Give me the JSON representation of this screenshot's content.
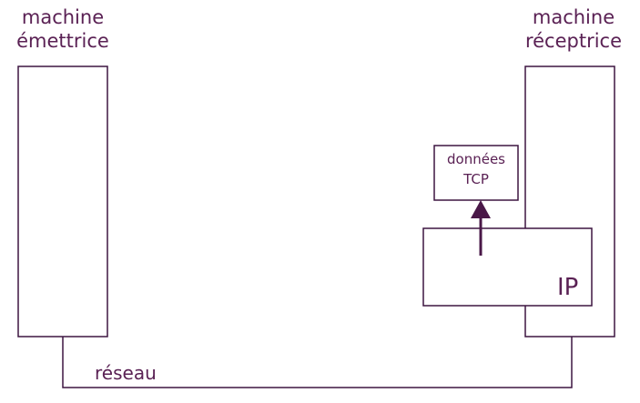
{
  "sender": {
    "label_line1": "machine",
    "label_line2": "émettrice"
  },
  "receiver": {
    "label_line1": "machine",
    "label_line2": "réceptrice"
  },
  "network": {
    "label": "réseau"
  },
  "data_box": {
    "line1": "données",
    "line2": "TCP"
  },
  "ip_box": {
    "label": "IP"
  },
  "colors": {
    "stroke": "#3d1540",
    "text": "#5a2154",
    "background": "#ffffff"
  }
}
